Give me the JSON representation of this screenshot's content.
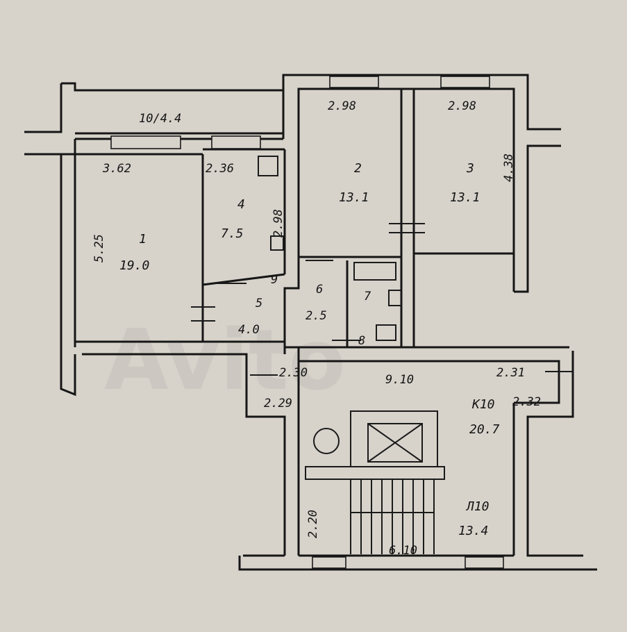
{
  "plan": {
    "watermark": "Avito",
    "rooms": [
      {
        "id": "1",
        "label": "1",
        "area": "19.0"
      },
      {
        "id": "2",
        "label": "2",
        "area": "13.1"
      },
      {
        "id": "3",
        "label": "3",
        "area": "13.1"
      },
      {
        "id": "4",
        "label": "4",
        "area": "7.5"
      },
      {
        "id": "5",
        "label": "5",
        "area": "4.0"
      },
      {
        "id": "6",
        "label": "6",
        "area": "2.5"
      },
      {
        "id": "7",
        "label": "7",
        "area": ""
      },
      {
        "id": "8",
        "label": "8",
        "area": ""
      },
      {
        "id": "9",
        "label": "9",
        "area": ""
      },
      {
        "id": "10",
        "label": "10/4.4",
        "area": ""
      },
      {
        "id": "k10",
        "label": "K10",
        "area": "20.7"
      },
      {
        "id": "l10",
        "label": "Л10",
        "area": "13.4"
      }
    ],
    "dimensions": {
      "room1_width": "3.62",
      "room1_depth": "5.25",
      "room4_width": "2.36",
      "room4_depth": "2.98",
      "room2_width": "2.98",
      "room3_width": "2.98",
      "room3_depth": "4.38",
      "corridor_left": "2.30",
      "corridor_mid": "9.10",
      "corridor_right": "2.31",
      "hall_left": "2.29",
      "hall_right": "2.32",
      "stair_height": "2.20",
      "stair_width": "6.10"
    }
  }
}
